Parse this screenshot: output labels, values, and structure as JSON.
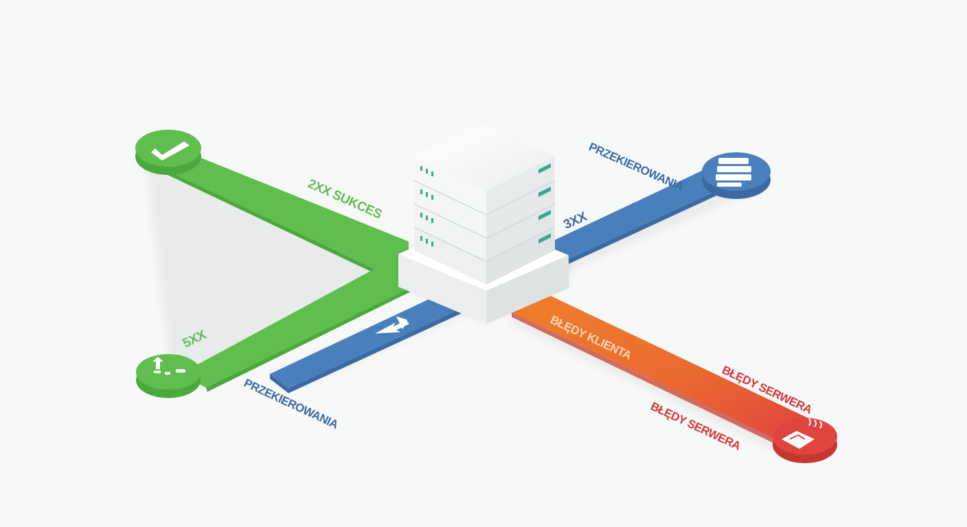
{
  "diagram": {
    "colors": {
      "background": "#f7f8f8",
      "green": "#5fbe4e",
      "green_dark": "#4aa83c",
      "blue": "#4a7fbd",
      "blue_dark": "#3b6aa3",
      "orange": "#ee7b2a",
      "red": "#e0443e",
      "server": "#f4f5f5",
      "server_led": "#3aa88f"
    },
    "labels": {
      "green_success": "2XX SUKCES",
      "green_5xx": "5XX",
      "blue_redirect_top": "PRZEKIEROWANIA",
      "blue_3xx": "3XX",
      "blue_redirect_bottom": "PRZEKIEROWANIA",
      "orange_client": "BŁĘDY KLIENTA",
      "red_server_top": "BŁĘDY SERWERA",
      "red_server_bottom": "BŁĘDY SERWERA"
    },
    "icons": {
      "green_top": "checkmark-icon",
      "green_bottom": "redirect-arrows-icon",
      "blue_top": "server-stack-icon",
      "blue_arrow": "arrow-up-right-icon",
      "red_bottom": "broken-server-icon"
    }
  }
}
